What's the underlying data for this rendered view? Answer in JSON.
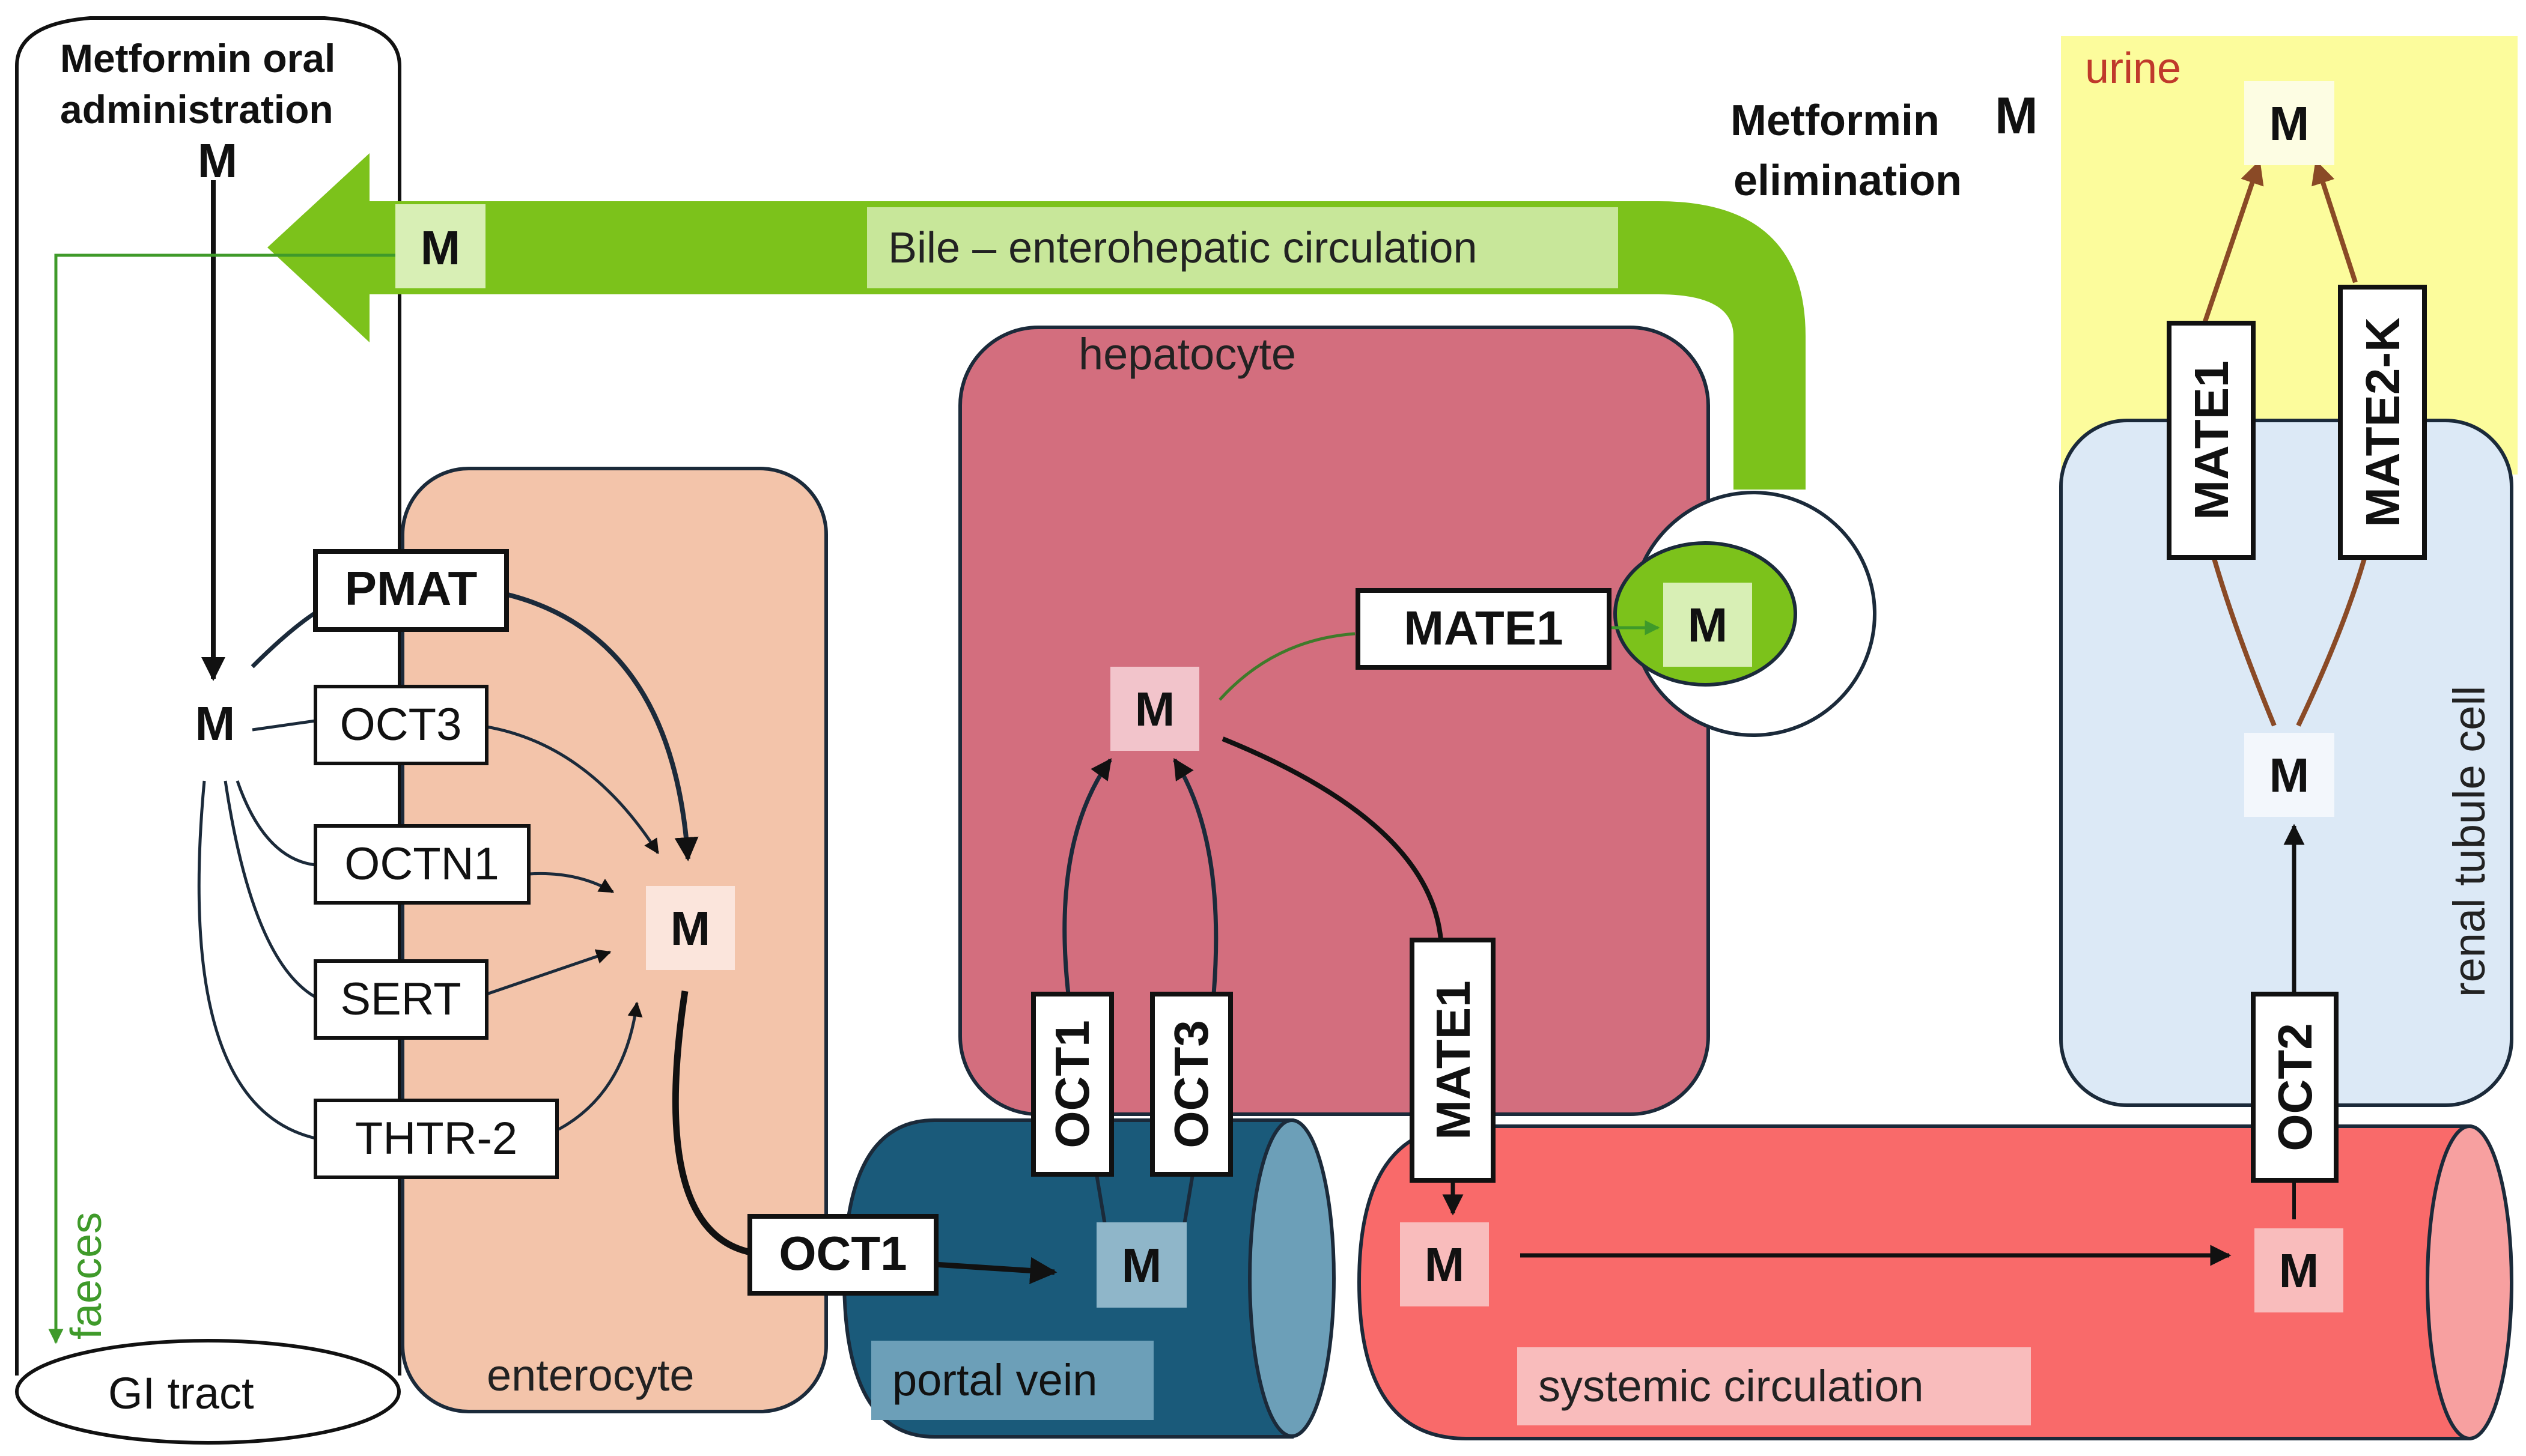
{
  "colors": {
    "bile": "#7cc21b",
    "bile_label_bg": "#c8e79a",
    "enterocyte": "#f3c4aa",
    "hepatocyte": "#d36e7e",
    "portal_vein": "#1a5a7a",
    "portal_vein_end": "#6c9fb8",
    "systemic": "#f96a6a",
    "systemic_end": "#f7a0a0",
    "renal": "#dce9f6",
    "urine": "#fcfc9c",
    "faeces_arrow": "#3f9a2a",
    "urine_arrows": "#8a4a26",
    "urine_label": "#c0392b"
  },
  "labels": {
    "oral_line1": "Metformin oral",
    "oral_line2": "administration",
    "gi_tract": "GI tract",
    "faeces": "faeces",
    "bile": "Bile – enterohepatic circulation",
    "elimination_line1": "Metformin",
    "elimination_line2": "elimination",
    "urine": "urine",
    "hepatocyte": "hepatocyte",
    "enterocyte": "enterocyte",
    "portal_vein": "portal vein",
    "systemic": "systemic  circulation",
    "renal": "renal tubule cell"
  },
  "metabolite": "M",
  "transporters": {
    "pmat": "PMAT",
    "oct3_gut": "OCT3",
    "octn1": "OCTN1",
    "sert": "SERT",
    "thtr2": "THTR-2",
    "oct1_basolateral": "OCT1",
    "oct1_liver": "OCT1",
    "oct3_liver": "OCT3",
    "mate1_liver_vertical": "MATE1",
    "mate1_liver_horizontal": "MATE1",
    "oct2_kidney": "OCT2",
    "mate1_kidney": "MATE1",
    "mate2k_kidney": "MATE2-K"
  }
}
